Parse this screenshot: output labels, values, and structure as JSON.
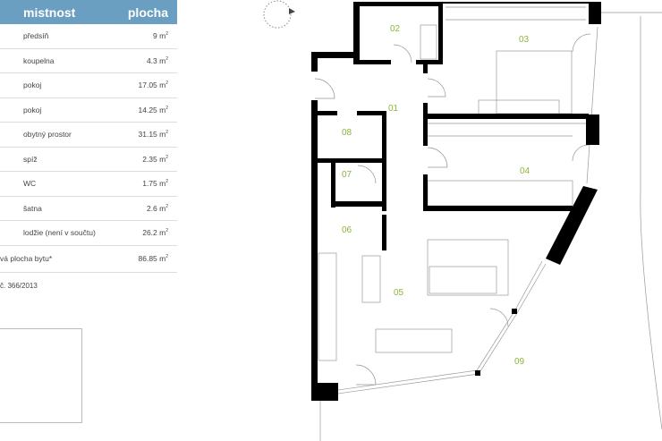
{
  "table": {
    "header": {
      "room": "mistnost",
      "area": "plocha"
    },
    "rows": [
      {
        "room": "předsíň",
        "area": "9 m",
        "unit_sup": "2"
      },
      {
        "room": "koupelna",
        "area": "4.3 m",
        "unit_sup": "2"
      },
      {
        "room": "pokoj",
        "area": "17.05 m",
        "unit_sup": "2"
      },
      {
        "room": "pokoj",
        "area": "14.25 m",
        "unit_sup": "2"
      },
      {
        "room": "obytný prostor",
        "area": "31.15 m",
        "unit_sup": "2"
      },
      {
        "room": "spíž",
        "area": "2.35 m",
        "unit_sup": "2"
      },
      {
        "room": "WC",
        "area": "1.75 m",
        "unit_sup": "2"
      },
      {
        "room": "šatna",
        "area": "2.6 m",
        "unit_sup": "2"
      },
      {
        "room": "lodžie (není v součtu)",
        "area": "26.2 m",
        "unit_sup": "2"
      }
    ],
    "total": {
      "label": "vá plocha bytu*",
      "area": "86.85 m",
      "unit_sup": "2"
    },
    "note": "č. 366/2013"
  },
  "plan": {
    "room_labels": [
      "01",
      "02",
      "03",
      "04",
      "05",
      "06",
      "07",
      "08",
      "09"
    ],
    "label_color": "#8cb63c",
    "header_color": "#6a9fc2"
  }
}
